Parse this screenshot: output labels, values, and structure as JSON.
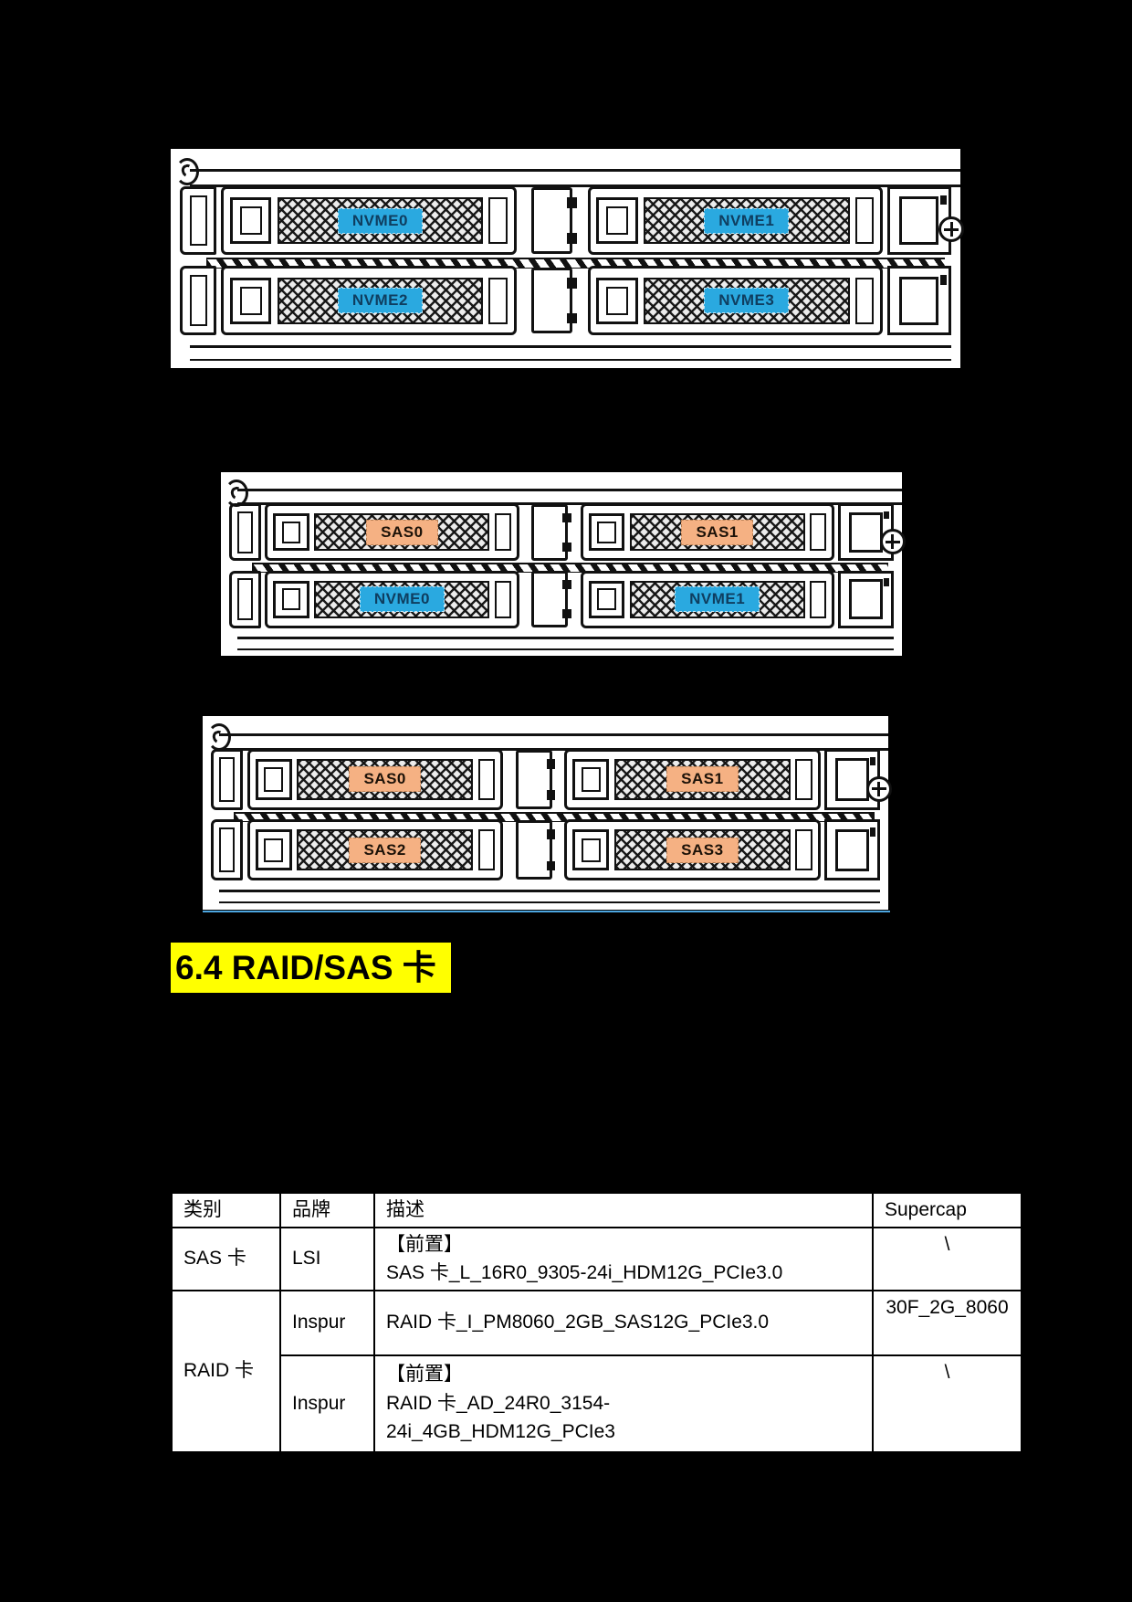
{
  "colors": {
    "page_bg": "#000000",
    "highlight_bg": "#ffff00",
    "nvme_label_bg": "#2aa9e0",
    "nvme_label_text": "#0f3e60",
    "sas_label_bg": "#f5b183",
    "sas_label_text": "#1c1208",
    "rule_blue": "#4da6e0"
  },
  "heading": {
    "text": "6.4 RAID/SAS 卡"
  },
  "diagrams": [
    {
      "rows": [
        {
          "bays": [
            {
              "label": "NVME0",
              "type": "nvme"
            },
            {
              "label": "NVME1",
              "type": "nvme"
            }
          ]
        },
        {
          "bays": [
            {
              "label": "NVME2",
              "type": "nvme"
            },
            {
              "label": "NVME3",
              "type": "nvme"
            }
          ]
        }
      ]
    },
    {
      "rows": [
        {
          "bays": [
            {
              "label": "SAS0",
              "type": "sas"
            },
            {
              "label": "SAS1",
              "type": "sas"
            }
          ]
        },
        {
          "bays": [
            {
              "label": "NVME0",
              "type": "nvme"
            },
            {
              "label": "NVME1",
              "type": "nvme"
            }
          ]
        }
      ]
    },
    {
      "rows": [
        {
          "bays": [
            {
              "label": "SAS0",
              "type": "sas"
            },
            {
              "label": "SAS1",
              "type": "sas"
            }
          ]
        },
        {
          "bays": [
            {
              "label": "SAS2",
              "type": "sas"
            },
            {
              "label": "SAS3",
              "type": "sas"
            }
          ]
        }
      ]
    }
  ],
  "table": {
    "headers": [
      "类别",
      "品牌",
      "描述",
      "Supercap"
    ],
    "rows": [
      {
        "category": "SAS 卡",
        "brand": "LSI",
        "desc_lines": [
          "【前置】",
          "SAS 卡_L_16R0_9305-24i_HDM12G_PCIe3.0"
        ],
        "supercap": "\\"
      },
      {
        "category": "RAID 卡",
        "brand": "Inspur",
        "desc_lines": [
          "RAID 卡_I_PM8060_2GB_SAS12G_PCIe3.0"
        ],
        "supercap": "30F_2G_8060"
      },
      {
        "brand": "Inspur",
        "desc_lines": [
          "【前置】",
          "RAID 卡_AD_24R0_3154-",
          "24i_4GB_HDM12G_PCIe3"
        ],
        "supercap": "\\"
      }
    ]
  }
}
